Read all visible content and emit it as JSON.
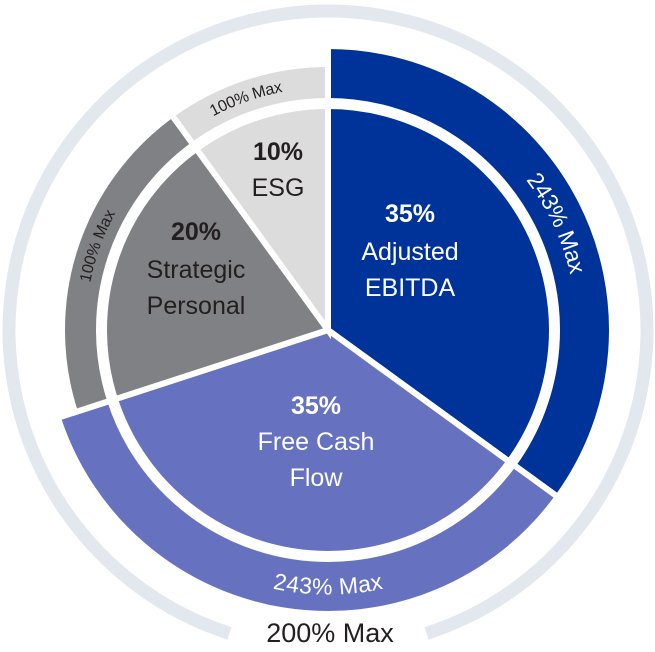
{
  "chart_data": {
    "type": "pie",
    "title": "",
    "segments": [
      {
        "name": "Adjusted EBITDA",
        "pct_label": "35%",
        "line1": "Adjusted",
        "line2": "EBITDA",
        "value": 35,
        "max_label": "243% Max",
        "max_value": 243,
        "color": "#00339a",
        "text_color": "#ffffff"
      },
      {
        "name": "Free Cash Flow",
        "pct_label": "35%",
        "line1": "Free Cash",
        "line2": "Flow",
        "value": 35,
        "max_label": "243% Max",
        "max_value": 243,
        "color": "#6672c0",
        "text_color": "#ffffff"
      },
      {
        "name": "Strategic Personal",
        "pct_label": "20%",
        "line1": "Strategic",
        "line2": "Personal",
        "value": 20,
        "max_label": "100% Max",
        "max_value": 100,
        "color": "#808184",
        "text_color": "#231f20"
      },
      {
        "name": "ESG",
        "pct_label": "10%",
        "line1": "ESG",
        "line2": "",
        "value": 10,
        "max_label": "100% Max",
        "max_value": 100,
        "color": "#dcdcdd",
        "text_color": "#231f20"
      }
    ],
    "overall_max_label": "200% Max",
    "overall_max_value": 200,
    "ring_color": "#e3e7ee"
  }
}
